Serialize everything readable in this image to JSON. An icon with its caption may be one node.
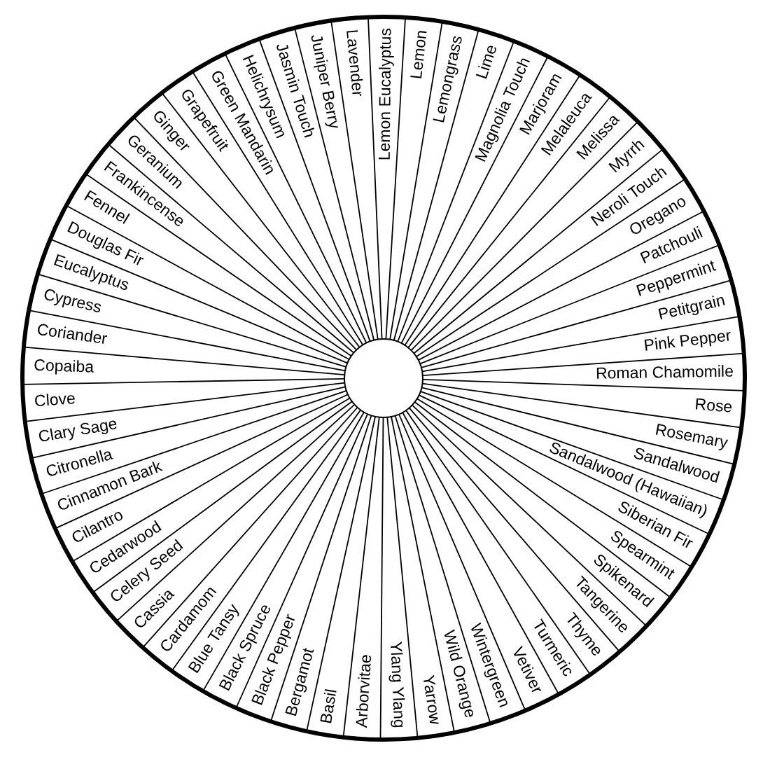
{
  "diagram": {
    "nodes": [
      {
        "text": [
          "Lemon Eucalyptus"
        ]
      },
      {
        "text": [
          "Lemon"
        ]
      },
      {
        "text": [
          "Lemongrass"
        ]
      },
      {
        "text": [
          "Lime"
        ]
      },
      {
        "text": [
          "Magnolia Touch"
        ]
      },
      {
        "text": [
          "Marjoram"
        ]
      },
      {
        "text": [
          "Melaleuca"
        ]
      },
      {
        "text": [
          "Melissa"
        ]
      },
      {
        "text": [
          "Myrrh"
        ]
      },
      {
        "text": [
          "Neroli Touch"
        ]
      },
      {
        "text": [
          "Oregano"
        ]
      },
      {
        "text": [
          "Patchouli"
        ]
      },
      {
        "text": [
          "Peppermint"
        ]
      },
      {
        "text": [
          "Petitgrain"
        ]
      },
      {
        "text": [
          "Pink Pepper"
        ]
      },
      {
        "text": [
          "Roman Chamomile"
        ]
      },
      {
        "text": [
          "Rose"
        ]
      },
      {
        "text": [
          "Rosemary"
        ]
      },
      {
        "text": [
          "Sandalwood"
        ]
      },
      {
        "text": [
          "Sandalwood (Hawaiian)"
        ]
      },
      {
        "text": [
          "Siberian Fir"
        ]
      },
      {
        "text": [
          "Spearmint"
        ]
      },
      {
        "text": [
          "Spikenard"
        ]
      },
      {
        "text": [
          "Tangerine"
        ]
      },
      {
        "text": [
          "Thyme"
        ]
      },
      {
        "text": [
          "Turmeric"
        ]
      },
      {
        "text": [
          "Vetiver"
        ]
      },
      {
        "text": [
          "Wintergreen"
        ]
      },
      {
        "text": [
          "Wild Orange"
        ]
      },
      {
        "text": [
          "Yarrow"
        ]
      },
      {
        "text": [
          "Ylang Ylang"
        ]
      },
      {
        "text": [
          "Arborvitae"
        ]
      },
      {
        "text": [
          "Basil"
        ]
      },
      {
        "text": [
          "Bergamot"
        ]
      },
      {
        "text": [
          "Black Pepper"
        ]
      },
      {
        "text": [
          "Black Spruce"
        ]
      },
      {
        "text": [
          "Blue Tansy"
        ]
      },
      {
        "text": [
          "Cardamom"
        ]
      },
      {
        "text": [
          "Cassia"
        ]
      },
      {
        "text": [
          "Celery Seed"
        ]
      },
      {
        "text": [
          "Cedarwood"
        ]
      },
      {
        "text": [
          "Cilantro"
        ]
      },
      {
        "text": [
          "Cinnamon Bark"
        ]
      },
      {
        "text": [
          "Citronella"
        ]
      },
      {
        "text": [
          "Clary Sage"
        ]
      },
      {
        "text": [
          "Clove"
        ]
      },
      {
        "text": [
          "Copaiba"
        ]
      },
      {
        "text": [
          "Coriander"
        ]
      },
      {
        "text": [
          "Cypress"
        ]
      },
      {
        "text": [
          "Eucalyptus"
        ]
      },
      {
        "text": [
          "Douglas Fir"
        ]
      },
      {
        "text": [
          "Fennel"
        ]
      },
      {
        "text": [
          "Frankincense"
        ]
      },
      {
        "text": [
          "Geranium"
        ]
      },
      {
        "text": [
          "Ginger"
        ]
      },
      {
        "text": [
          "Grapefruit"
        ]
      },
      {
        "text": [
          "Green Mandarin"
        ]
      },
      {
        "text": [
          "Helichrysum"
        ]
      },
      {
        "text": [
          "Jasmin Touch"
        ]
      },
      {
        "text": [
          "Juniper Berry"
        ]
      },
      {
        "text": [
          "Lavender"
        ]
      }
    ]
  }
}
